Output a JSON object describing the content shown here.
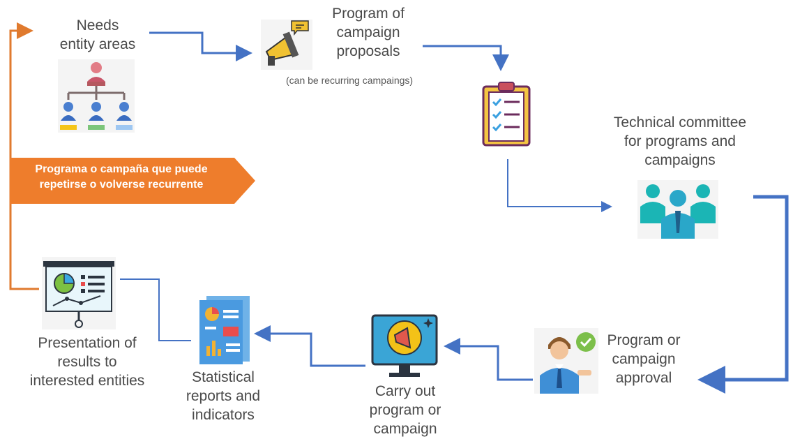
{
  "nodes": {
    "needs": {
      "label": "Needs\nentity areas"
    },
    "proposals": {
      "label": "Program of\ncampaign\nproposals",
      "note": "(can be recurring campaings)"
    },
    "committee": {
      "label": "Technical committee\nfor programs and\ncampaigns"
    },
    "approval": {
      "label": "Program or\ncampaign\napproval"
    },
    "carry_out": {
      "label": "Carry out\nprogram or\ncampaign"
    },
    "reports": {
      "label": "Statistical\nreports and\nindicators"
    },
    "presentation": {
      "label": "Presentation of\nresults to\ninterested entities"
    }
  },
  "banner": {
    "text": "Programa o campaña que puede\nrepetirse o volverse recurrente"
  },
  "colors": {
    "flow_line": "#4472c4",
    "loop_line": "#e07a2e",
    "banner": "#ee7d2c"
  },
  "icons": [
    "org-chart-icon",
    "megaphone-icon",
    "clipboard-checklist-icon",
    "team-icon",
    "approved-person-icon",
    "monitor-megaphone-icon",
    "report-document-icon",
    "presentation-board-icon"
  ]
}
